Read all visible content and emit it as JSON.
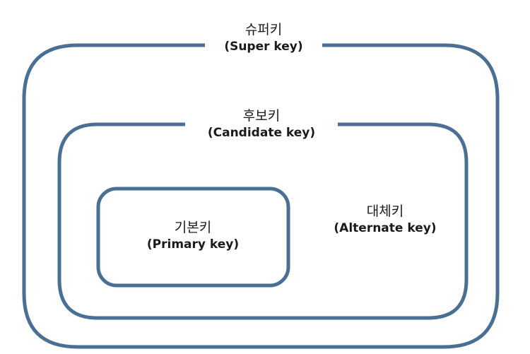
{
  "colors": {
    "frame": "#4a6f94",
    "text": "#1a1a1a",
    "background": "#ffffff"
  },
  "super_key": {
    "korean": "슈퍼키",
    "english": "(Super key)"
  },
  "candidate_key": {
    "korean": "후보키",
    "english": "(Candidate key)"
  },
  "primary_key": {
    "korean": "기본키",
    "english": "(Primary key)"
  },
  "alternate_key": {
    "korean": "대체키",
    "english": "(Alternate key)"
  }
}
